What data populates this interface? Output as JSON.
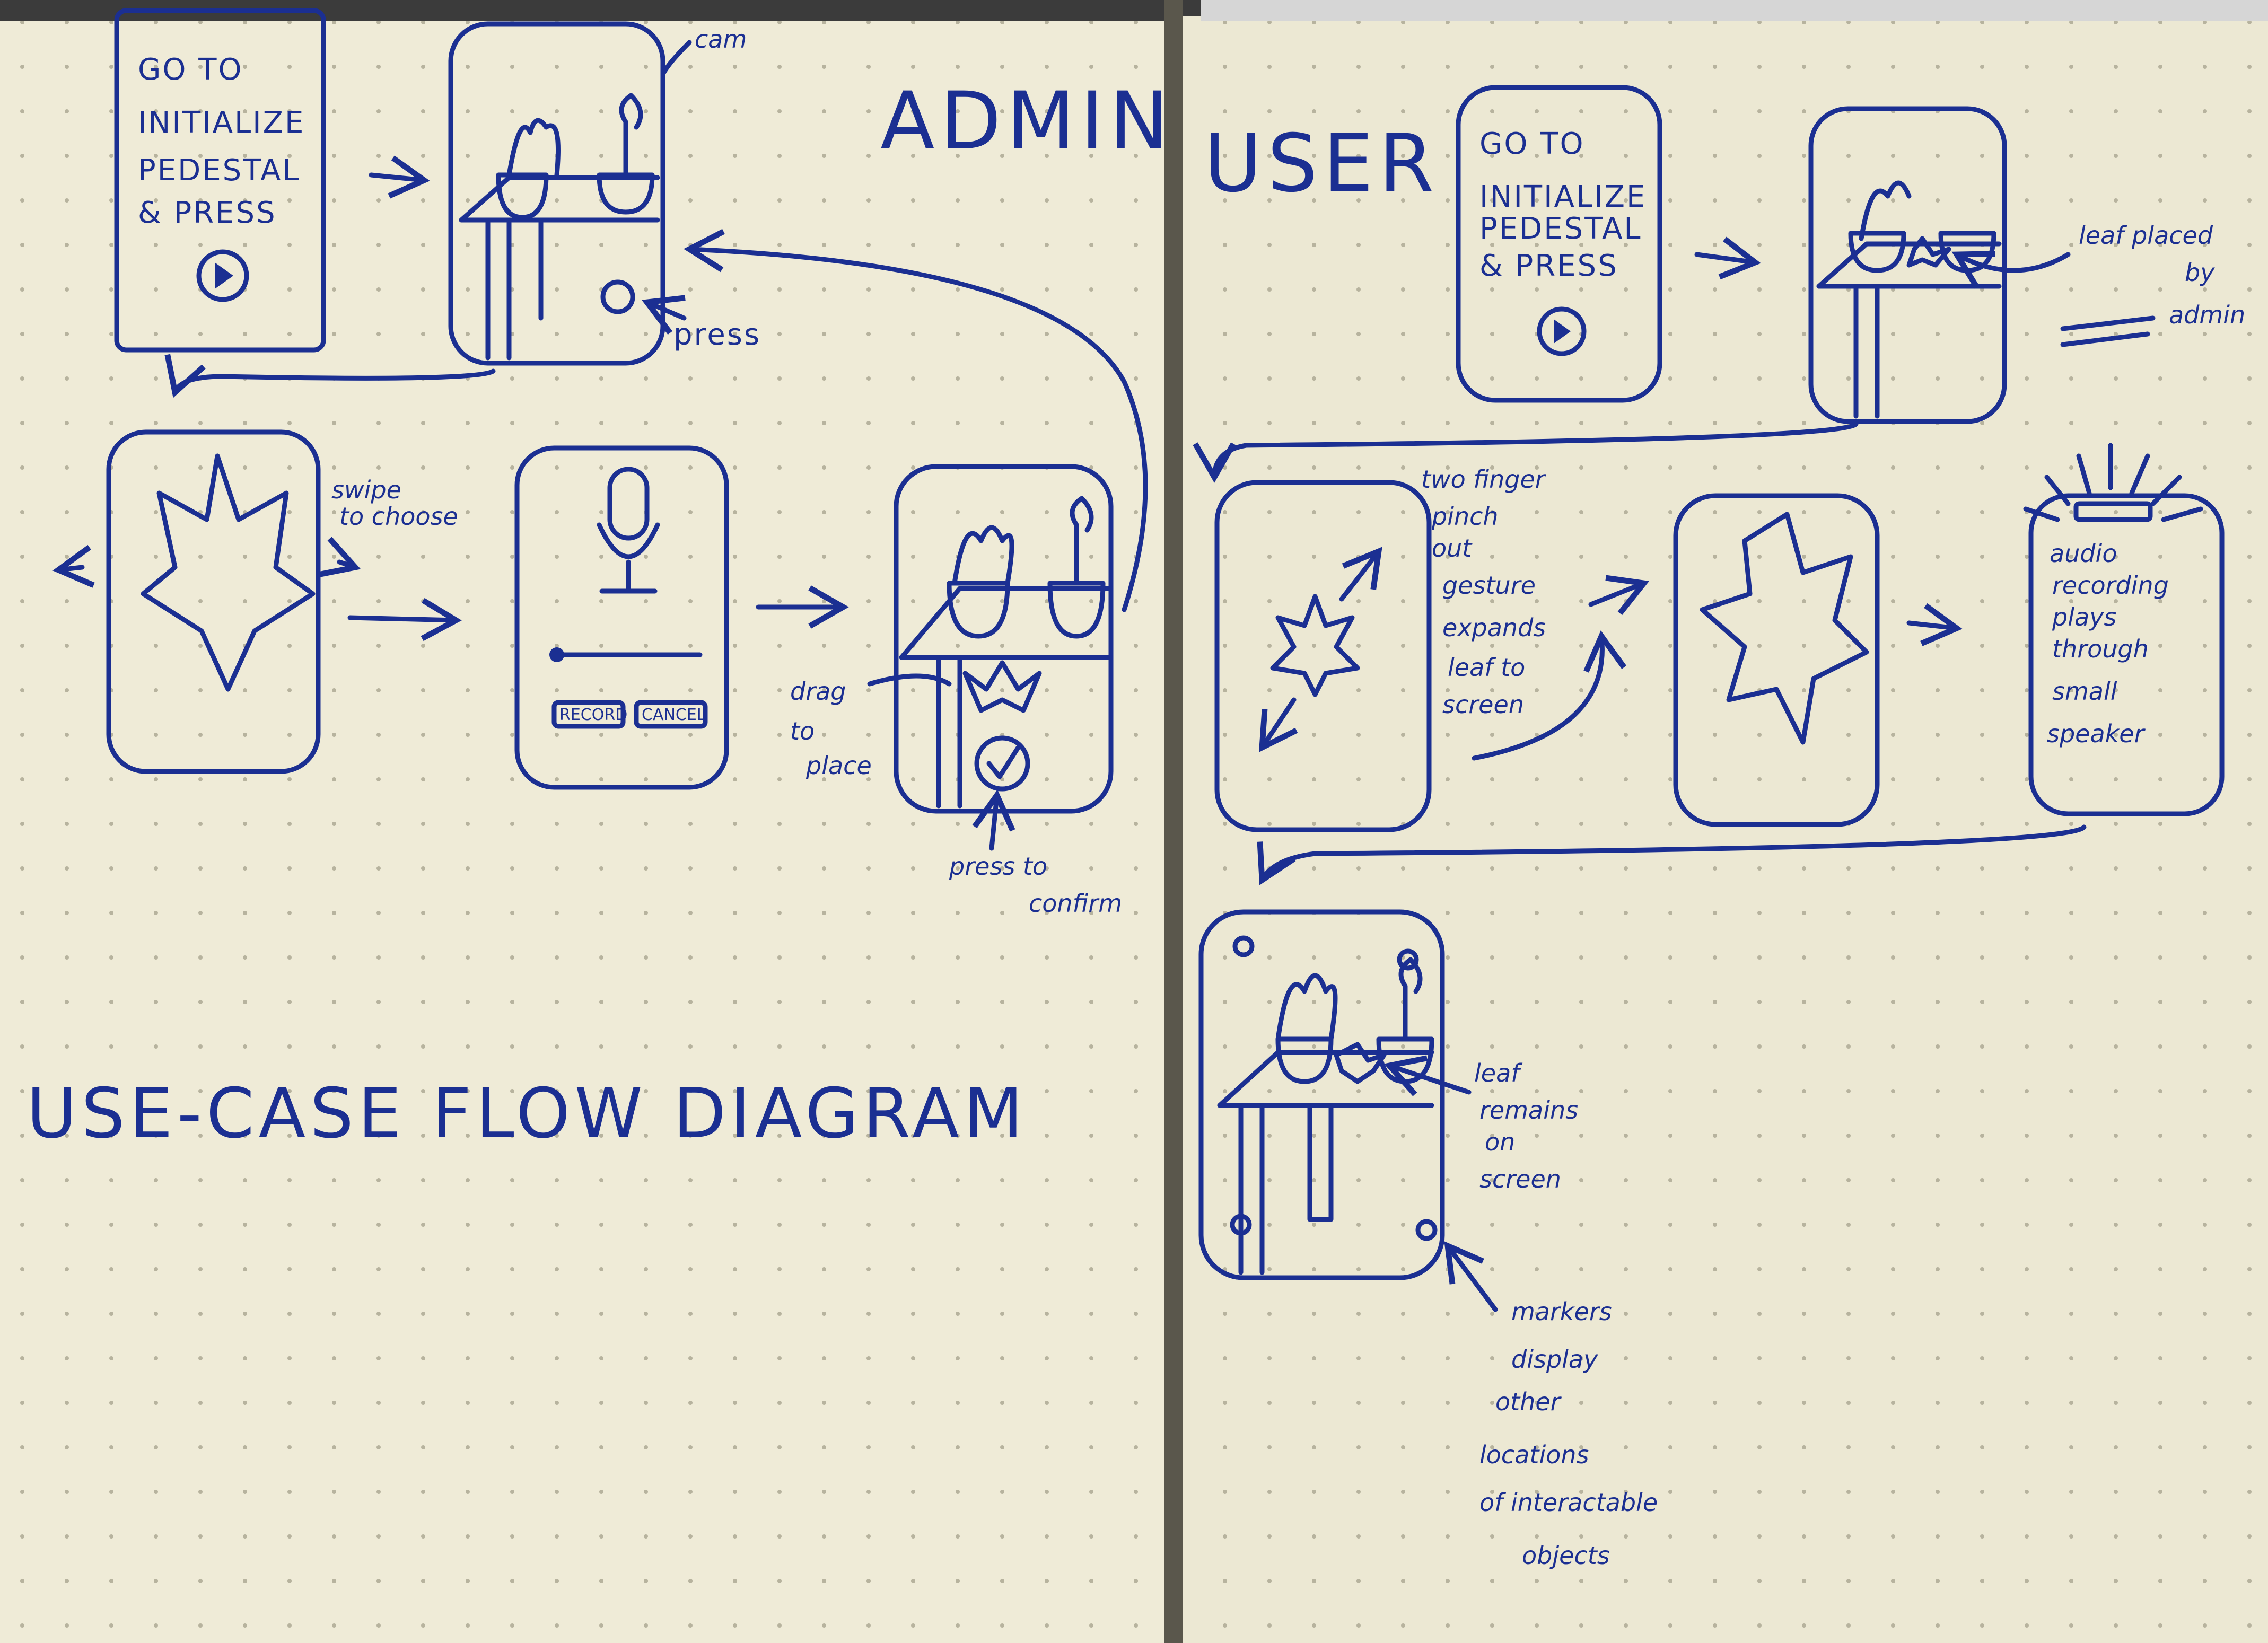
{
  "diagram": {
    "title": "USE-CASE FLOW DIAGRAM",
    "admin": {
      "heading": "ADMIN",
      "start_screen": [
        "GO TO",
        "INITIALIZE",
        "PEDESTAL",
        "& PRESS"
      ],
      "cam_label": "cam",
      "press_label": "press",
      "swipe_label": [
        "swipe",
        "to choose"
      ],
      "record_button": "RECORD",
      "cancel_button": "CANCEL",
      "drag_label": [
        "drag",
        "to",
        "place"
      ],
      "confirm_label": [
        "press to",
        "confirm"
      ]
    },
    "user": {
      "heading": "USER",
      "start_screen": [
        "GO TO",
        "INITIALIZE",
        "PEDESTAL",
        "& PRESS"
      ],
      "leaf_placed_label": [
        "leaf placed",
        "by",
        "admin"
      ],
      "pinch_label": [
        "two finger",
        "pinch",
        "out",
        "gesture",
        "expands",
        "leaf to",
        "screen"
      ],
      "audio_label": [
        "audio",
        "recording",
        "plays",
        "through",
        "small",
        "speaker"
      ],
      "leaf_remains_label": [
        "leaf",
        "remains",
        "on",
        "screen"
      ],
      "markers_label": [
        "markers",
        "display",
        "other",
        "locations",
        "of interactable",
        "objects"
      ]
    }
  }
}
